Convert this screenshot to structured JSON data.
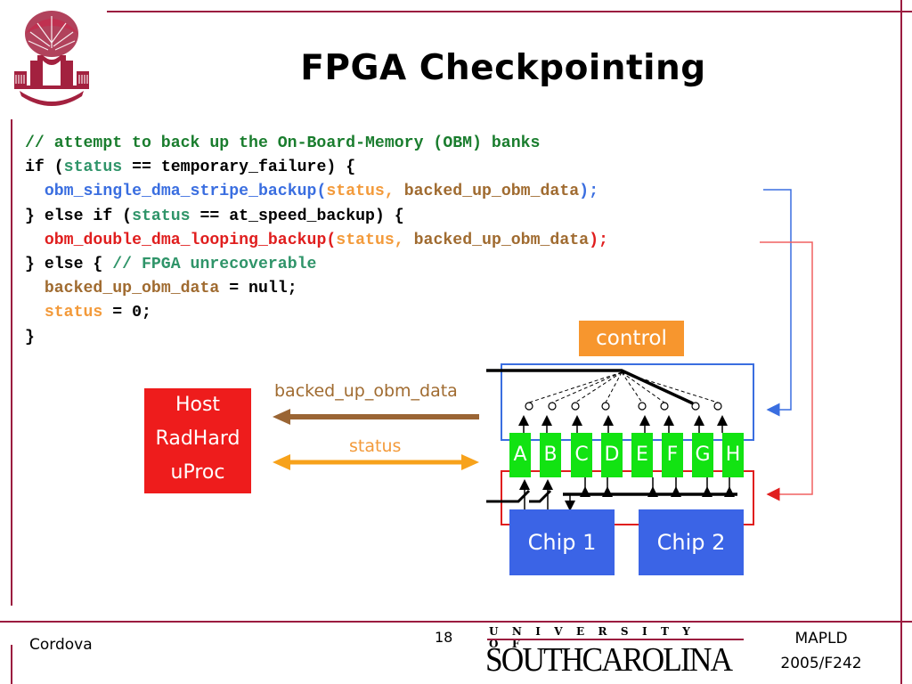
{
  "slide": {
    "title": "FPGA Checkpointing",
    "logo": "university-seal-icon"
  },
  "code": {
    "lines": [
      [
        {
          "t": "// attempt to back up the On-Board-Memory (OBM) banks",
          "c": "green"
        }
      ],
      [
        {
          "t": "if (",
          "c": "black"
        },
        {
          "t": "status",
          "c": "teal"
        },
        {
          "t": " == temporary_failure) {",
          "c": "black"
        }
      ],
      [
        {
          "t": "  ",
          "c": "black"
        },
        {
          "t": "obm_single_dma_stripe_backup(",
          "c": "blue"
        },
        {
          "t": "status",
          "c": "orange"
        },
        {
          "t": ", ",
          "c": "orange"
        },
        {
          "t": "backed_up_obm_data",
          "c": "brown"
        },
        {
          "t": ");",
          "c": "blue"
        }
      ],
      [
        {
          "t": "} else if (",
          "c": "black"
        },
        {
          "t": "status",
          "c": "teal"
        },
        {
          "t": " == at_speed_backup) {",
          "c": "black"
        }
      ],
      [
        {
          "t": "  ",
          "c": "black"
        },
        {
          "t": "obm_double_dma_looping_backup(",
          "c": "red"
        },
        {
          "t": "status",
          "c": "orange"
        },
        {
          "t": ", ",
          "c": "orange"
        },
        {
          "t": "backed_up_obm_data",
          "c": "brown"
        },
        {
          "t": ");",
          "c": "red"
        }
      ],
      [
        {
          "t": "} else { ",
          "c": "black"
        },
        {
          "t": "// FPGA unrecoverable",
          "c": "teal"
        }
      ],
      [
        {
          "t": "  ",
          "c": "black"
        },
        {
          "t": "backed_up_obm_data",
          "c": "brown"
        },
        {
          "t": " = null;",
          "c": "black"
        }
      ],
      [
        {
          "t": "  ",
          "c": "black"
        },
        {
          "t": "status",
          "c": "orange"
        },
        {
          "t": " = 0;",
          "c": "black"
        }
      ],
      [
        {
          "t": "}",
          "c": "black"
        }
      ]
    ]
  },
  "diagram": {
    "host_lines": [
      "Host",
      "RadHard",
      "uProc"
    ],
    "control_label": "control",
    "data_arrow_label": "backed_up_obm_data",
    "status_arrow_label": "status",
    "banks": [
      "A",
      "B",
      "C",
      "D",
      "E",
      "F",
      "G",
      "H"
    ],
    "chips": [
      "Chip 1",
      "Chip 2"
    ]
  },
  "footer": {
    "author": "Cordova",
    "page_number": "18",
    "university_top": "UNIVERSITY OF",
    "university_bottom": "SOUTHCAROLINA",
    "conference_line1": "MAPLD",
    "conference_line2": "2005/F242"
  },
  "colors": {
    "rule": "#9b1b3f",
    "green": "#1a7d2e",
    "teal": "#2f9469",
    "blue": "#3a6ee0",
    "red": "#e01e1e",
    "orange": "#f39a3a",
    "brown": "#a06b30",
    "bank_green": "#12e312",
    "chip_blue": "#3b64e6",
    "host_red": "#ee1c1c",
    "control_orange": "#f7962e"
  }
}
